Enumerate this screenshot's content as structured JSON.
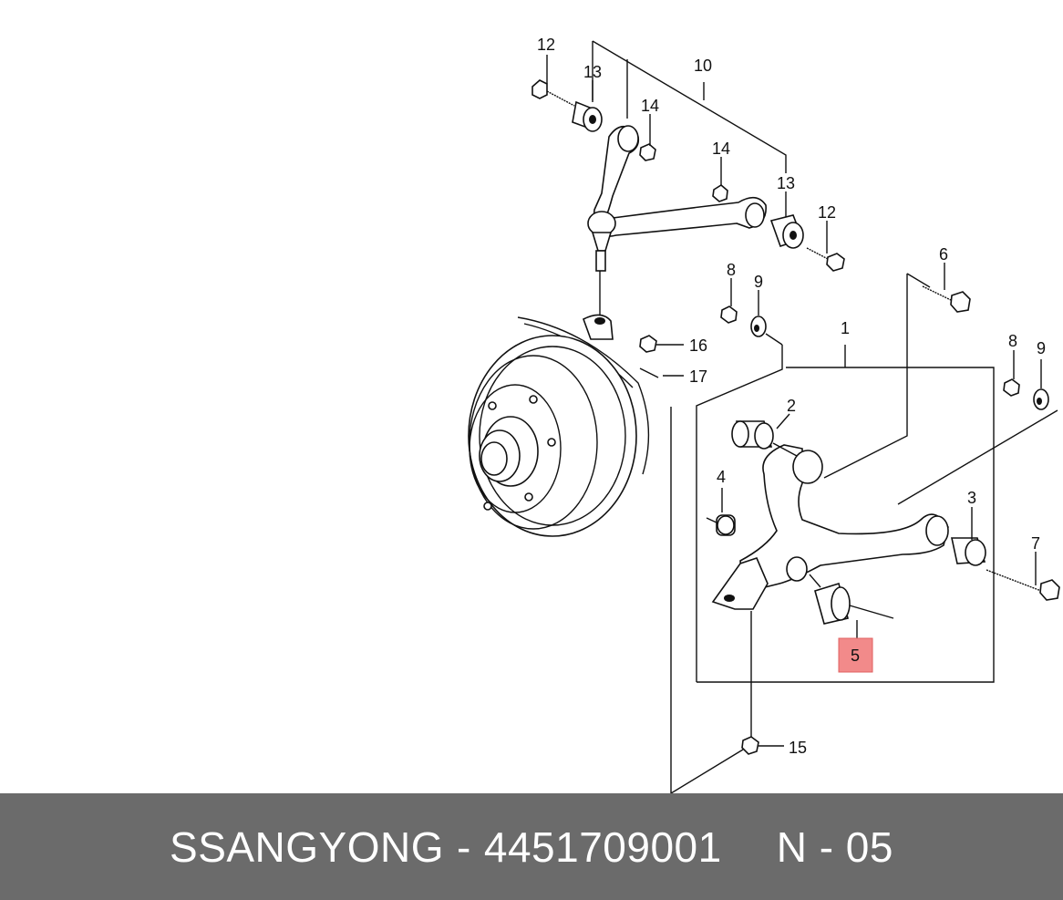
{
  "callouts": {
    "c1": "1",
    "c2": "2",
    "c3": "3",
    "c4": "4",
    "c5": "5",
    "c6": "6",
    "c7": "7",
    "c8a": "8",
    "c8b": "8",
    "c9a": "9",
    "c9b": "9",
    "c10": "10",
    "c12a": "12",
    "c12b": "12",
    "c13a": "13",
    "c13b": "13",
    "c14a": "14",
    "c14b": "14",
    "c15": "15",
    "c16": "16",
    "c17": "17"
  },
  "highlight": {
    "color": "#f28a8a"
  },
  "footer": {
    "brand": "SSANGYONG",
    "separator": "-",
    "part_number": "4451709001",
    "section": "N - 05",
    "background": "#6b6b6b"
  }
}
